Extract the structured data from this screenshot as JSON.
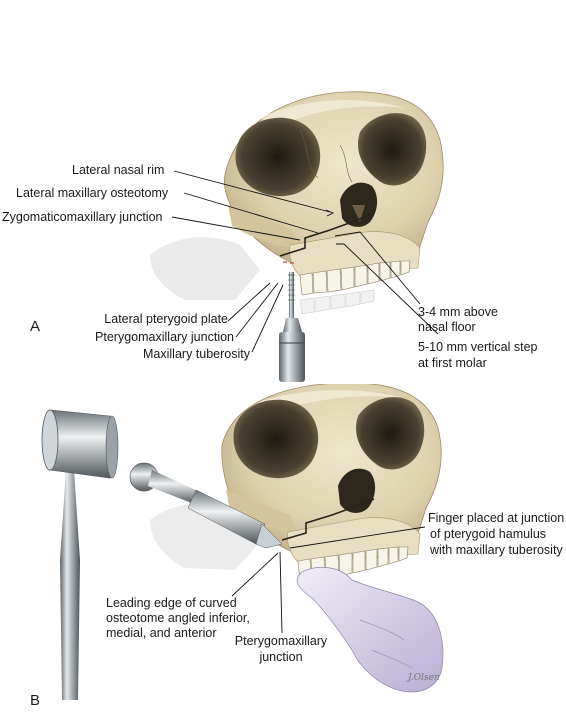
{
  "panel_a": {
    "letter": "A",
    "labels": {
      "lateral_nasal_rim": "Lateral nasal rim",
      "lateral_maxillary_osteotomy": "Lateral maxillary osteotomy",
      "zygomaticomaxillary_junction": "Zygomaticomaxillary junction",
      "lateral_pterygoid_plate": "Lateral pterygoid plate",
      "pterygomaxillary_junction": "Pterygomaxillary junction",
      "maxillary_tuberosity": "Maxillary tuberosity",
      "above_nasal_floor_1": "3-4 mm above",
      "above_nasal_floor_2": "nasal floor",
      "vertical_step_1": "5-10 mm vertical step",
      "vertical_step_2": "at first molar"
    }
  },
  "panel_b": {
    "letter": "B",
    "labels": {
      "finger_1": "Finger placed at junction",
      "finger_2": "of pterygoid hamulus",
      "finger_3": "with maxillary tuberosity",
      "leading_edge_1": "Leading edge of curved",
      "leading_edge_2": "osteotome angled inferior,",
      "leading_edge_3": "medial, and anterior",
      "ptm_junction_1": "Pterygomaxillary",
      "ptm_junction_2": "junction"
    }
  },
  "signature": "J.Olsen",
  "colors": {
    "bone": "#e2d8b8",
    "bone_shadow": "#b7a57d",
    "orbit_dark": "#3c3526",
    "steel": "#9aa3aa",
    "glove": "#ddd6ec",
    "leader": "#111111"
  }
}
